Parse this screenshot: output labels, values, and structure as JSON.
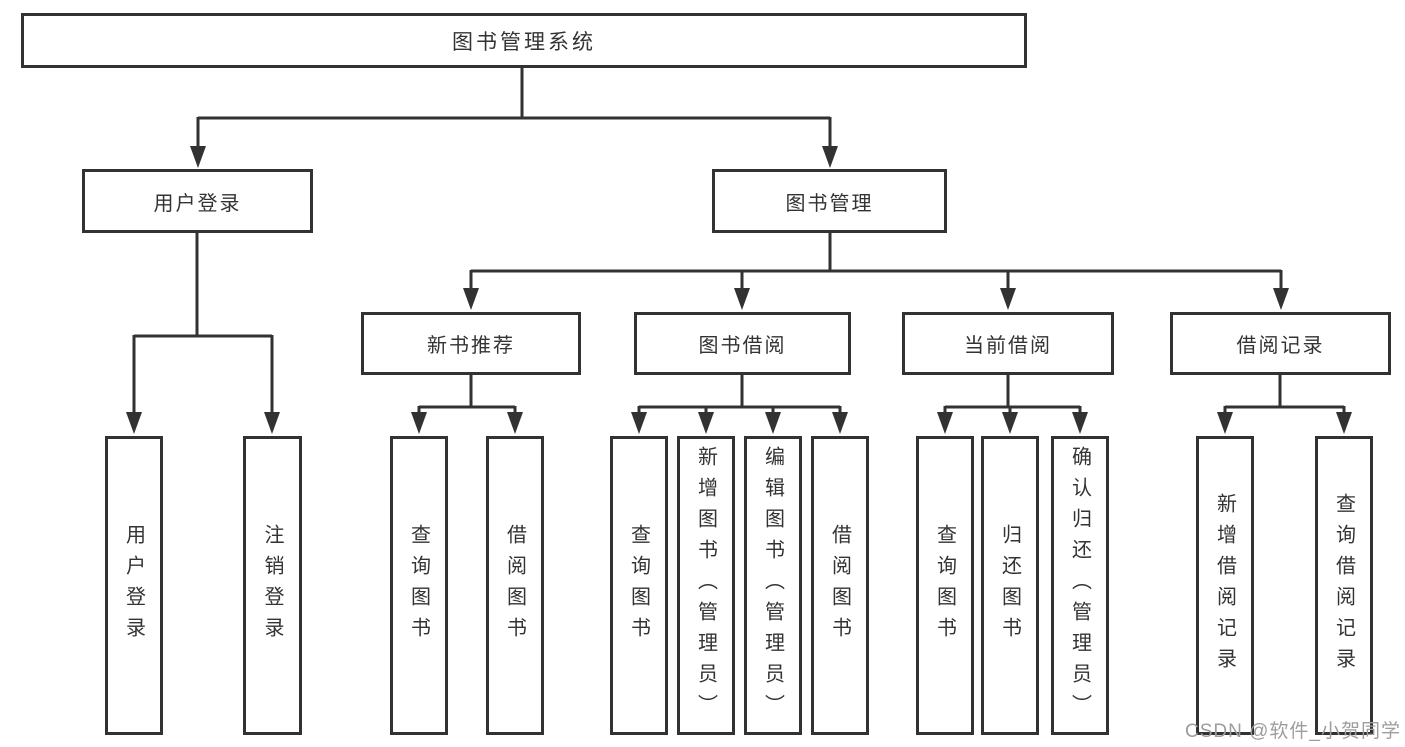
{
  "root": {
    "label": "图书管理系统"
  },
  "branches": [
    {
      "label": "用户登录",
      "children": [
        {
          "label": "用户登录"
        },
        {
          "label": "注销登录"
        }
      ]
    },
    {
      "label": "图书管理",
      "children": [
        {
          "label": "新书推荐",
          "children": [
            {
              "label": "查询图书"
            },
            {
              "label": "借阅图书"
            }
          ]
        },
        {
          "label": "图书借阅",
          "children": [
            {
              "label": "查询图书"
            },
            {
              "label": "新增图书（管理员）"
            },
            {
              "label": "编辑图书（管理员）"
            },
            {
              "label": "借阅图书"
            }
          ]
        },
        {
          "label": "当前借阅",
          "children": [
            {
              "label": "查询图书"
            },
            {
              "label": "归还图书"
            },
            {
              "label": "确认归还（管理员）"
            }
          ]
        },
        {
          "label": "借阅记录",
          "children": [
            {
              "label": "新增借阅记录"
            },
            {
              "label": "查询借阅记录"
            }
          ]
        }
      ]
    }
  ],
  "watermark": "CSDN @软件_小贺同学",
  "colors": {
    "line": "#323232",
    "text": "#333333",
    "watermark": "#9d9d9d",
    "background": "#ffffff"
  }
}
